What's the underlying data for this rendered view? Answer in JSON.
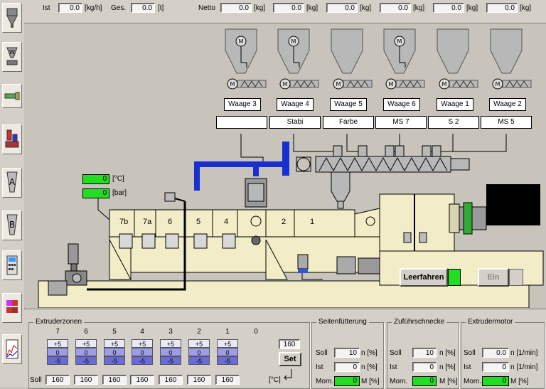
{
  "topbar": {
    "ist_label": "Ist",
    "ist_value": "0.0",
    "ist_unit": "[kg/h]",
    "ges_label": "Ges.",
    "ges_value": "0.0",
    "ges_unit": "[t]",
    "netto_label": "Netto",
    "netto_fields": [
      {
        "value": "0.0",
        "unit": "[kg]"
      },
      {
        "value": "0.0",
        "unit": "[kg]"
      },
      {
        "value": "0.0",
        "unit": "[kg]"
      },
      {
        "value": "0.0",
        "unit": "[kg]"
      },
      {
        "value": "0.0",
        "unit": "[kg]"
      },
      {
        "value": "0.0",
        "unit": "[kg]"
      }
    ]
  },
  "sidebar": {
    "items": [
      {
        "name": "hopper-icon"
      },
      {
        "name": "scale-icon"
      },
      {
        "name": "extruder-icon"
      },
      {
        "name": "plant-icon"
      },
      {
        "name": "recipe-a-icon",
        "letter": "A"
      },
      {
        "name": "recipe-b-icon",
        "letter": "B"
      },
      {
        "name": "calculator-icon"
      },
      {
        "name": "pid-icon"
      },
      {
        "name": "trend-icon"
      }
    ]
  },
  "scales": [
    {
      "label": "Waage 3",
      "material": ""
    },
    {
      "label": "Waage 4",
      "material": "Stabi"
    },
    {
      "label": "Waage 5",
      "material": "Farbe"
    },
    {
      "label": "Waage 6",
      "material": "MS 7"
    },
    {
      "label": "Waage 1",
      "material": "S 2"
    },
    {
      "label": "Waage 2",
      "material": "MS 5"
    }
  ],
  "motor_letter": "M",
  "melt": {
    "temp_value": "0",
    "temp_unit": "[°C]",
    "pressure_value": "0",
    "pressure_unit": "[bar]"
  },
  "barrel_zones": [
    "7b",
    "7a",
    "6",
    "5",
    "4",
    "2",
    "1"
  ],
  "buttons": {
    "leerfahren": "Leerfahren",
    "ein": "Ein",
    "set": "Set"
  },
  "extruder_zones": {
    "title": "Extruderzonen",
    "zone_numbers": [
      "7",
      "6",
      "5",
      "4",
      "3",
      "2",
      "1",
      "0"
    ],
    "plus": "+5",
    "zero": "0",
    "minus": "-5",
    "soll_label": "Soll",
    "soll_values": [
      "160",
      "160",
      "160",
      "160",
      "160",
      "160",
      "160"
    ],
    "set_value": "160",
    "unit": "[°C]"
  },
  "seitenfuetterung": {
    "title": "Seitenfütterung",
    "soll_label": "Soll",
    "soll_value": "10",
    "soll_unit": "n [%]",
    "ist_label": "Ist",
    "ist_value": "0",
    "ist_unit": "n [%]",
    "mom_label": "Mom.",
    "mom_value": "0",
    "mom_unit": "M [%]"
  },
  "zufuehrschnecke": {
    "title": "Zuführschnecke",
    "soll_label": "Soll",
    "soll_value": "10",
    "soll_unit": "n [%]",
    "ist_label": "Ist",
    "ist_value": "0",
    "ist_unit": "n [%]",
    "mom_label": "Mom.",
    "mom_value": "0",
    "mom_unit": "M [%]"
  },
  "extrudermotor": {
    "title": "Extrudermotor",
    "soll_label": "Soll",
    "soll_value": "0.0",
    "soll_unit": "n [1/min]",
    "ist_label": "Ist",
    "ist_value": "0",
    "ist_unit": "n [1/min]",
    "mom_label": "Mom.",
    "mom_value": "0",
    "mom_unit": "M [%]"
  },
  "colors": {
    "green": "#22dd22",
    "blue_pipe": "#1a2fd0",
    "machine_base": "#f2edc7",
    "hopper": "#b8b8b8"
  }
}
